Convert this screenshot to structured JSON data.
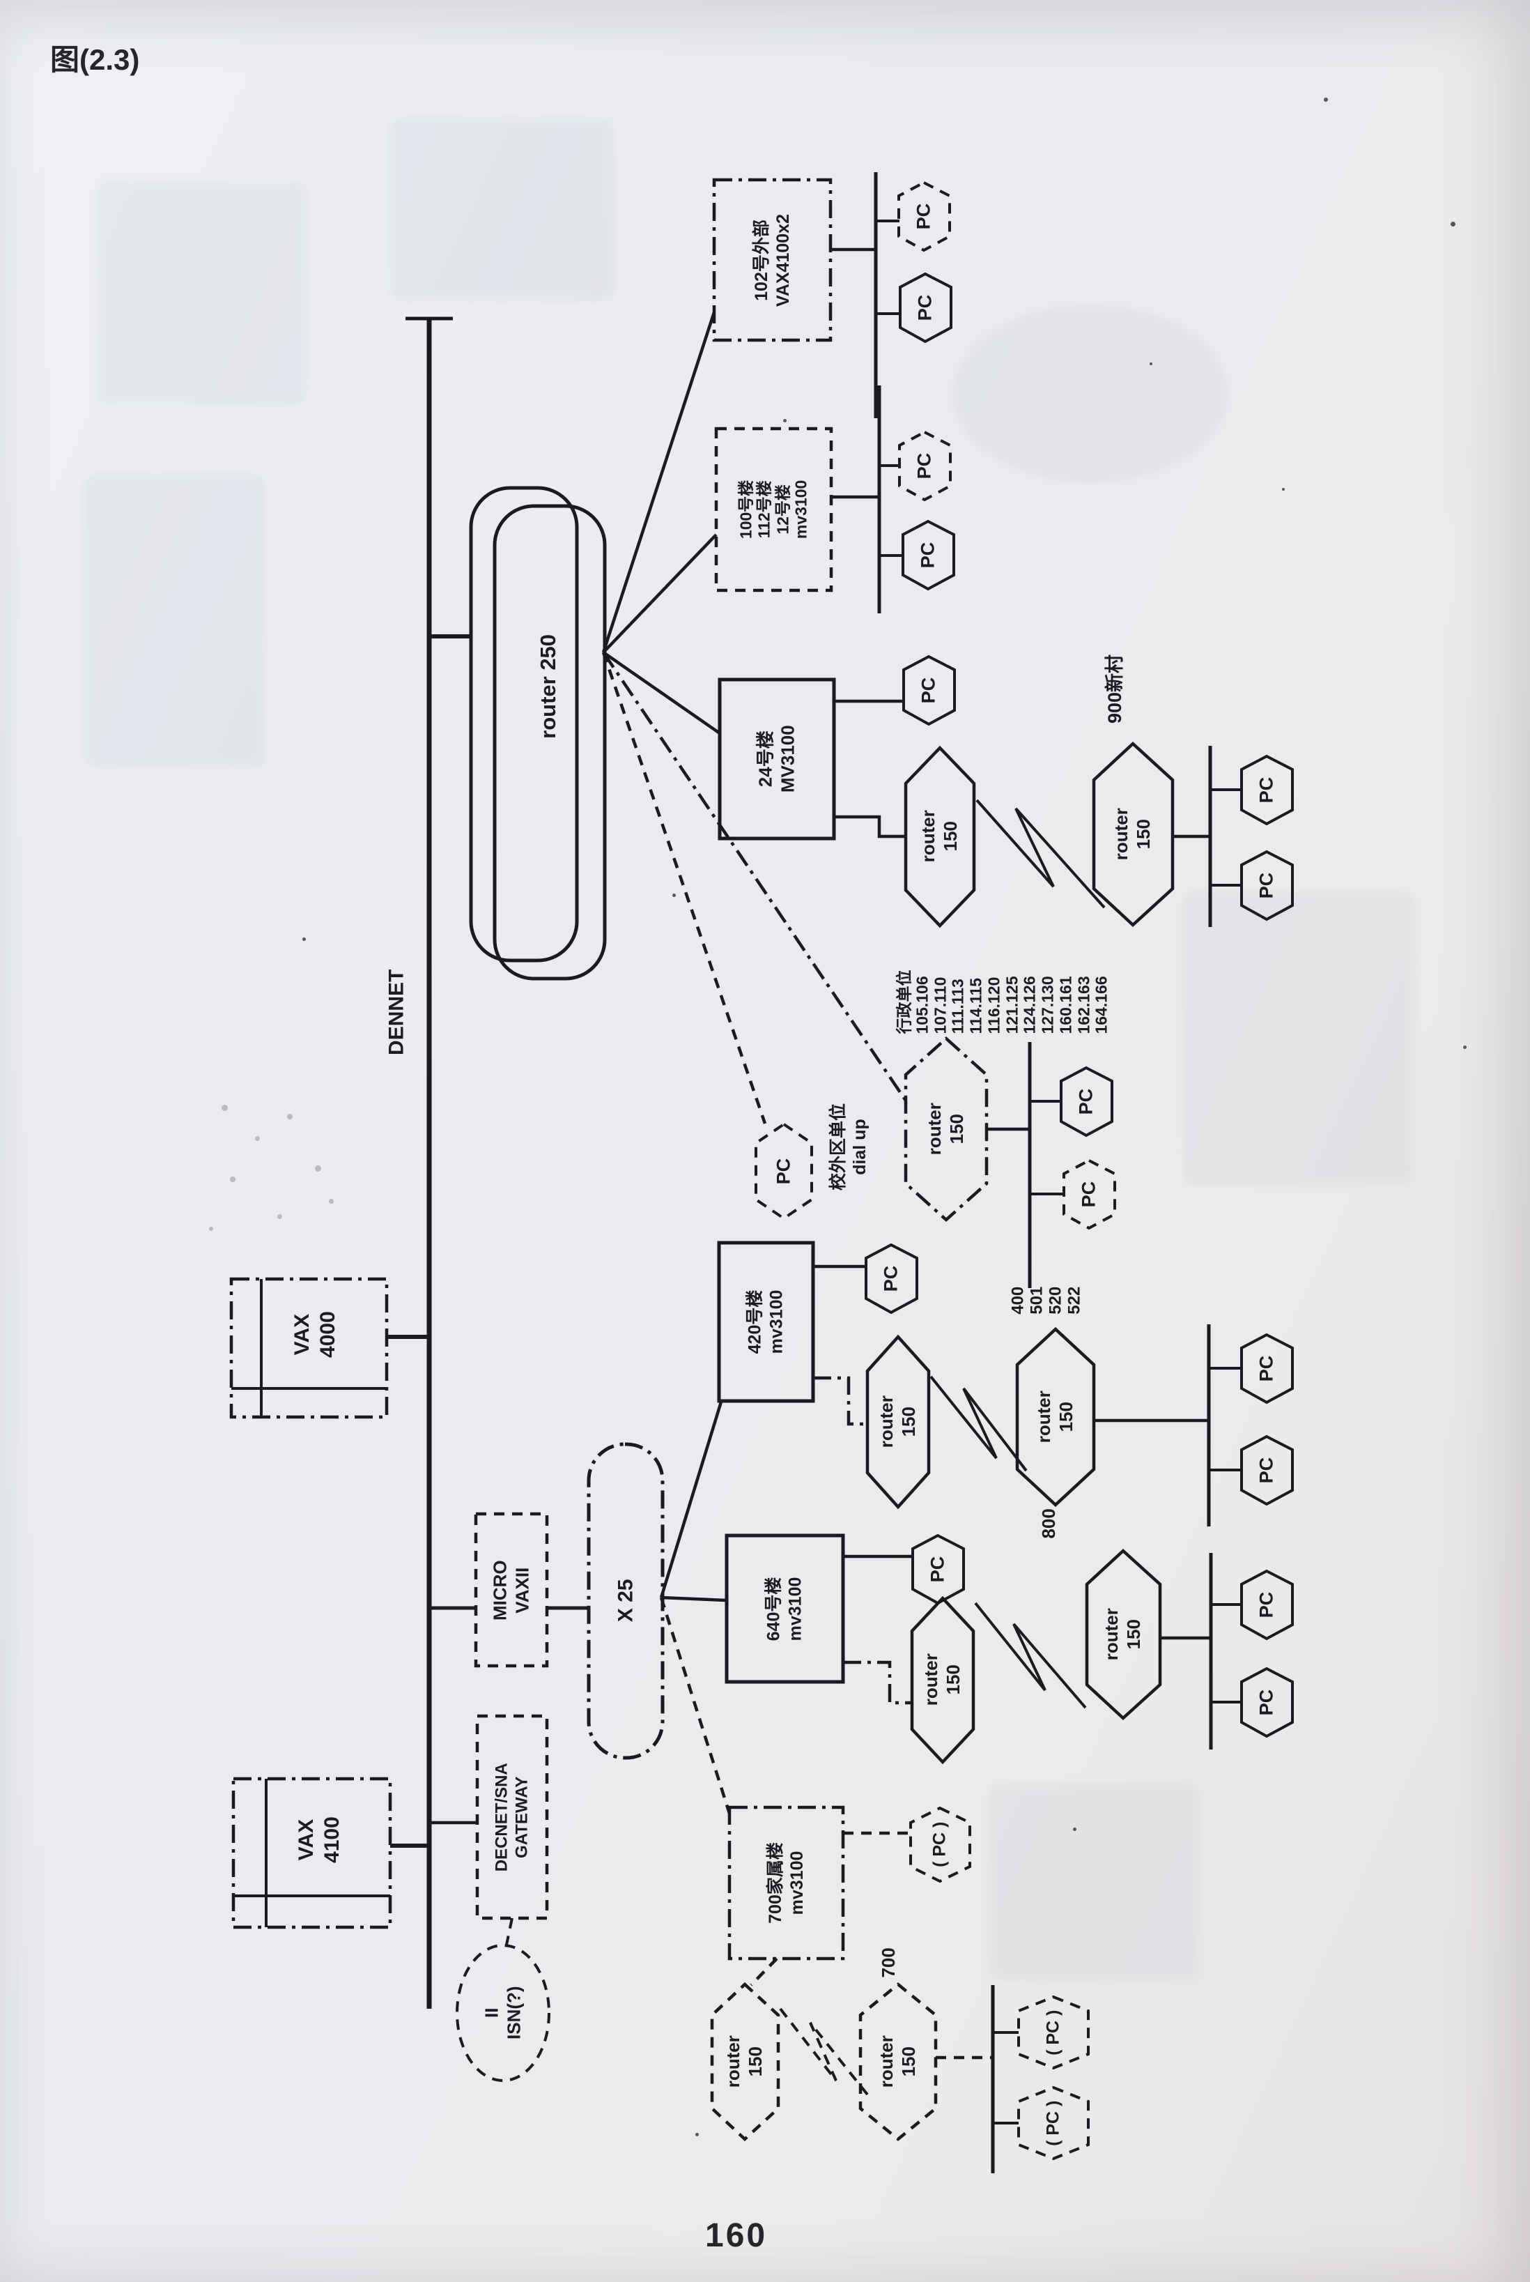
{
  "page": {
    "caption": "图(2.3)",
    "page_number": "160"
  },
  "network": {
    "backbone_label": "DENNET",
    "router250": "router 250",
    "x25": "X 25",
    "micro_vax": "MICRO\nVAXII",
    "gateway": "DECNET/SNA\nGATEWAY",
    "vax4000": "VAX\n4000",
    "vax4100": "VAX\n4100",
    "isn_cloud": "II\nISN(?)",
    "router150": "router\n150",
    "pc": "PC",
    "pc_planned": "( PC )",
    "buildings": {
      "b102": "102号外部\nVAX4100x2",
      "b100": "100号楼\n112号楼\n12号楼\nmv3100",
      "b24": "24号楼\nMV3100",
      "b420": "420号楼\nmv3100",
      "b640": "640号楼\nmv3100",
      "b700": "700家属楼\nmv3100"
    },
    "annotations": {
      "dialup": "校外区单位\ndial up",
      "area900": "900新村",
      "area800": "800",
      "area700": "700",
      "area400": "400\n501\n520\n522",
      "admin_units": "行政单位\n105.106\n107.110\n111.113\n114.115\n116.120\n121.125\n124.126\n127.130\n160.161\n162.163\n164.166"
    }
  }
}
